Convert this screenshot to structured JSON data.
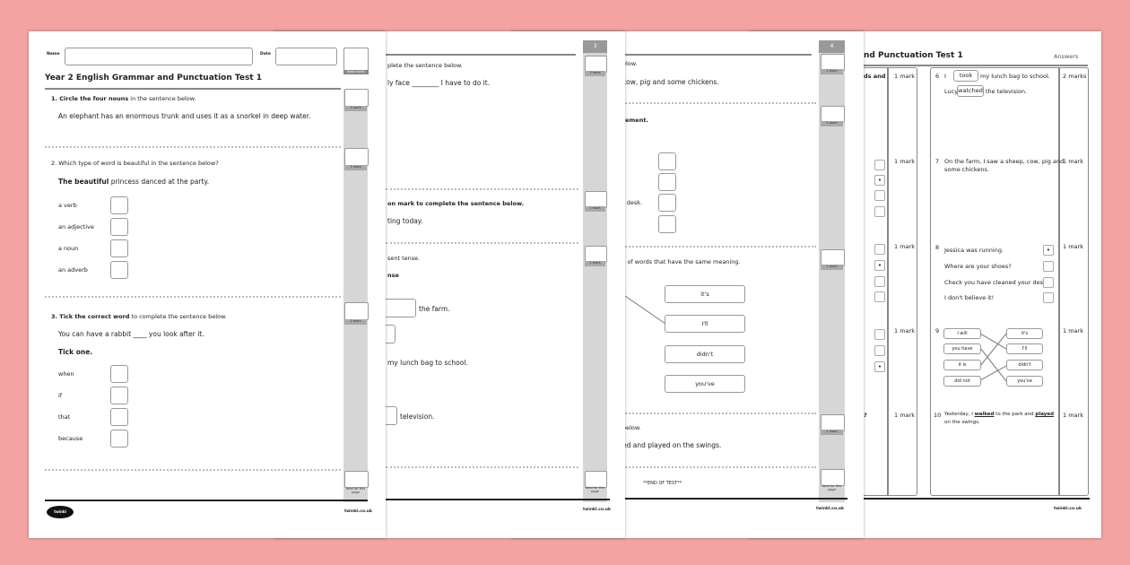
{
  "background_color": "#f4a3a3",
  "page1": {
    "name_label": "Name",
    "date_label": "Date",
    "total_marks_label": "total marks",
    "title": "Year 2 English Grammar and Punctuation Test 1",
    "mark_label": "1 mark",
    "q1": {
      "prompt_bold": "1. Circle the four nouns",
      "prompt_rest": " in the sentence below.",
      "sentence": "An elephant has an enormous trunk and uses it as a snorkel in deep water."
    },
    "q2": {
      "prompt": "2. Which type of word is beautiful in the sentence below?",
      "sentence_bold": "The beautiful",
      "sentence_rest": " princess danced at the party.",
      "options": [
        "a verb",
        "an adjective",
        "a noun",
        "an adverb"
      ]
    },
    "q3": {
      "prompt_bold": "3. Tick the correct word",
      "prompt_rest": " to complete the sentence below.",
      "sentence": "You can have a rabbit ____ you look after it.",
      "tick": "Tick one.",
      "options": [
        "when",
        "if",
        "that",
        "because"
      ]
    },
    "page_total_label": "total for this page",
    "logo": "twinkl",
    "footer_url": "twinkl.co.uk"
  },
  "page2": {
    "page_number": "3",
    "mark_label": "1 mark",
    "lines": [
      "plete the sentence below.",
      "ly face ________  I have to do it.",
      "on mark to complete the sentence below.",
      "ting today.",
      "sent tense.",
      "nse",
      "the farm.",
      "my lunch bag to school.",
      "television."
    ],
    "page_total_label": "total for this page",
    "footer_url": "twinkl.co.uk"
  },
  "page3": {
    "page_number": "4",
    "mark_label": "1 mark",
    "lines": [
      "elow.",
      "cow, pig and some chickens.",
      "tement.",
      "r desk.",
      "s of words that have the same meaning.",
      "below.",
      "ed and played on the swings."
    ],
    "word_boxes": [
      "it's",
      "I'll",
      "didn't",
      "you've"
    ],
    "end_text": "**END OF TEST**",
    "page_total_label": "total for this page",
    "footer_url": "twinkl.co.uk"
  },
  "page4": {
    "title": "nd Punctuation Test 1",
    "answers_label": "Answers",
    "left_fragment": "ds and",
    "left_fragment2": "?",
    "mark_label": "1 mark",
    "marks_2": "2 marks",
    "q6": {
      "num": "6",
      "a_pre": "I",
      "a_ans": "took",
      "a_post": "my lunch bag to school.",
      "b_pre": "Lucy",
      "b_ans": "watched",
      "b_post": "the television."
    },
    "q7": {
      "num": "7",
      "text": "On the farm, I saw a sheep, cow, pig and",
      "text2": "some chickens."
    },
    "q8": {
      "num": "8",
      "options": [
        "Jessica was running.",
        "Where are your shoes?",
        "Check you have cleaned your desk.",
        "I don't believe it!"
      ],
      "checked_index": 0
    },
    "q9": {
      "num": "9",
      "left": [
        "I will",
        "you have",
        "it is",
        "did not"
      ],
      "right": [
        "it's",
        "I'll",
        "didn't",
        "you've"
      ]
    },
    "q10": {
      "num": "10",
      "text_pre": "Yesterday, I ",
      "bold1": "walked",
      "text_mid": " to the park and ",
      "bold2": "played",
      "text2": "on the swings."
    },
    "left_checks": {
      "group1_checked": 1,
      "group2_checked": 1,
      "group3_checked": 2
    },
    "footer_url": "twinkl.co.uk"
  }
}
